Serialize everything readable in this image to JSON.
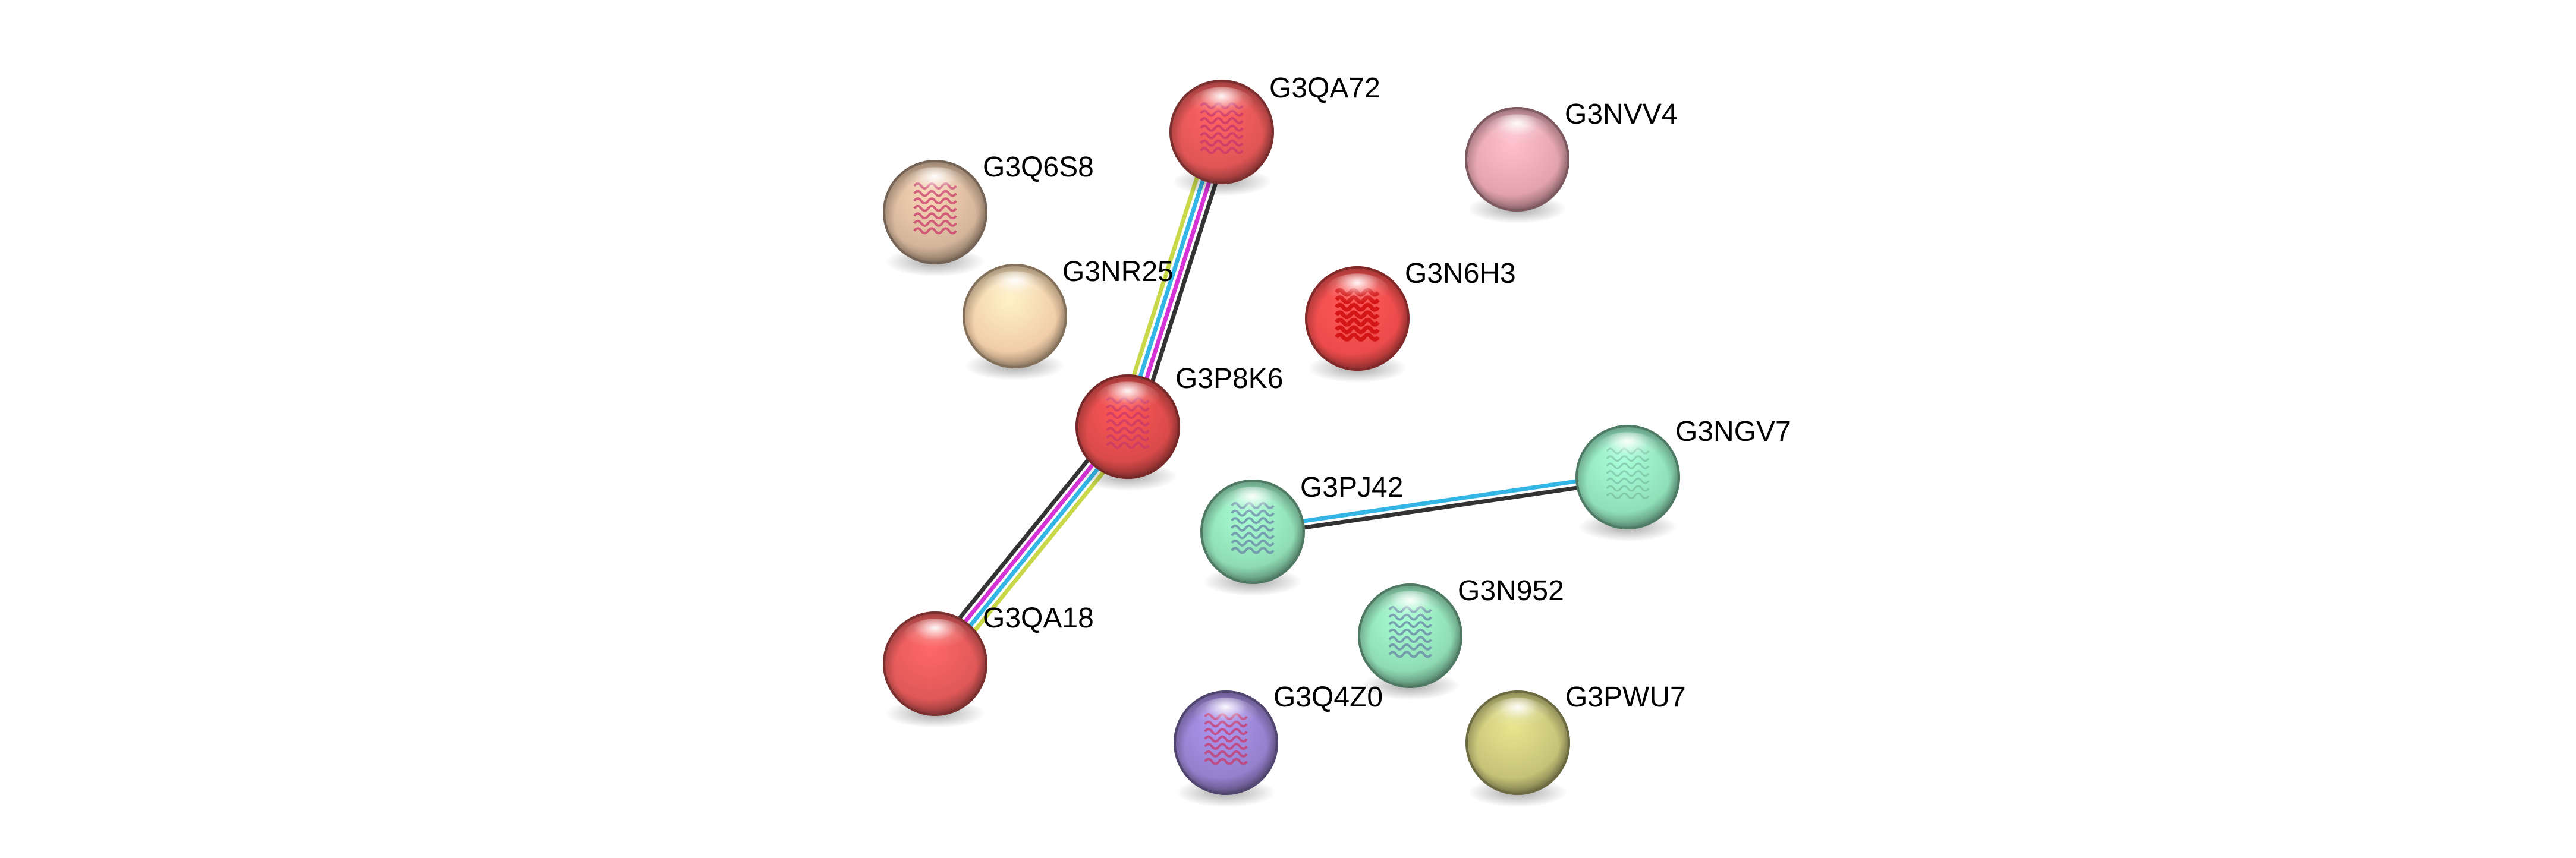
{
  "network": {
    "nodes": [
      {
        "id": "G3QA72",
        "label": "G3QA72",
        "color": "#e05555",
        "texture": "helix-protein-icon"
      },
      {
        "id": "G3NVV4",
        "label": "G3NVV4",
        "color": "#e3a3ad",
        "texture": "none"
      },
      {
        "id": "G3Q6S8",
        "label": "G3Q6S8",
        "color": "#d4b59a",
        "texture": "protein-structure-icon"
      },
      {
        "id": "G3NR25",
        "label": "G3NR25",
        "color": "#f0cda8",
        "texture": "none"
      },
      {
        "id": "G3N6H3",
        "label": "G3N6H3",
        "color": "#ec4b4b",
        "texture": "red-protein-structure-icon"
      },
      {
        "id": "G3P8K6",
        "label": "G3P8K6",
        "color": "#d94a4a",
        "texture": "protein-structure-icon"
      },
      {
        "id": "G3NGV7",
        "label": "G3NGV7",
        "color": "#8fdfb8",
        "texture": "faint-structure-icon"
      },
      {
        "id": "G3PJ42",
        "label": "G3PJ42",
        "color": "#8fdcb4",
        "texture": "beta-sheet-structure-icon"
      },
      {
        "id": "G3N952",
        "label": "G3N952",
        "color": "#8fdcb4",
        "texture": "beta-sheet-structure-icon"
      },
      {
        "id": "G3QA18",
        "label": "G3QA18",
        "color": "#e05858",
        "texture": "none"
      },
      {
        "id": "G3Q4Z0",
        "label": "G3Q4Z0",
        "color": "#9480cc",
        "texture": "protein-structure-icon"
      },
      {
        "id": "G3PWU7",
        "label": "G3PWU7",
        "color": "#c5c278",
        "texture": "none"
      }
    ],
    "edges": [
      {
        "source": "G3QA72",
        "target": "G3P8K6",
        "colors": [
          "#333333",
          "#d633d6",
          "#33b5e5",
          "#c8d848"
        ]
      },
      {
        "source": "G3P8K6",
        "target": "G3QA18",
        "colors": [
          "#c8d848",
          "#33b5e5",
          "#d633d6",
          "#333333"
        ]
      },
      {
        "source": "G3PJ42",
        "target": "G3NGV7",
        "colors": [
          "#33b5e5",
          "#333333"
        ]
      }
    ]
  }
}
